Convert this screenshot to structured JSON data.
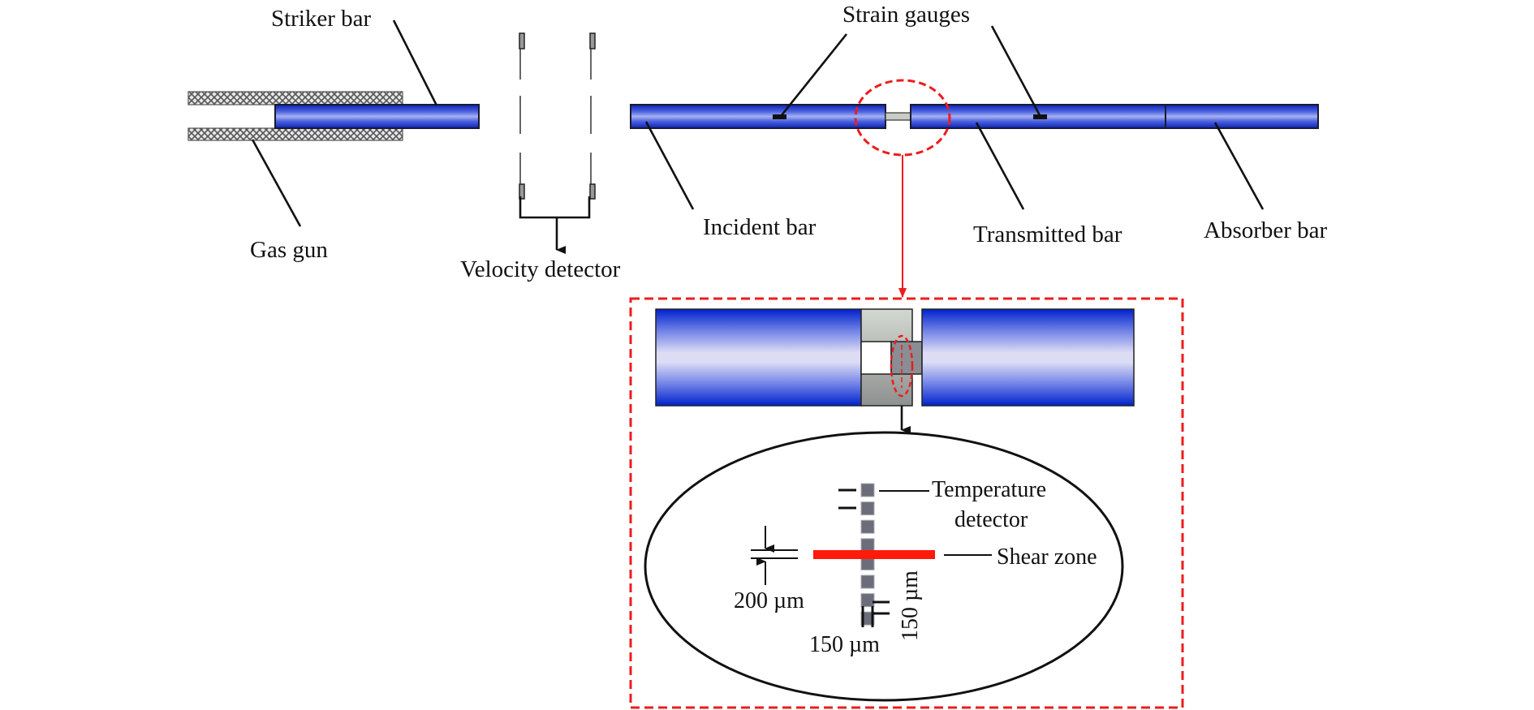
{
  "figure": {
    "title": "Split Hopkinson bar setup with shear specimen and temperature detection",
    "labels": {
      "striker_bar": "Striker bar",
      "gas_gun": "Gas gun",
      "velocity_detector": "Velocity detector",
      "strain_gauges": "Strain gauges",
      "incident_bar": "Incident bar",
      "transmitted_bar": "Transmitted bar",
      "absorber_bar": "Absorber bar",
      "temperature_detector_line1": "Temperature",
      "temperature_detector_line2": "detector",
      "shear_zone": "Shear zone",
      "dim_shear_width": "200 µm",
      "dim_detector_size": "150 µm",
      "dim_detector_pitch": "150 µm"
    },
    "colors": {
      "bar_blue": "#1f3fd6",
      "bar_highlight": "#9aa8f0",
      "detail_box": "#ee1c1c",
      "shear_zone": "#ff1a0a",
      "detector_square": "#6b6e7a",
      "holder_gray": "#a9aca8"
    },
    "detector_count": 8
  }
}
